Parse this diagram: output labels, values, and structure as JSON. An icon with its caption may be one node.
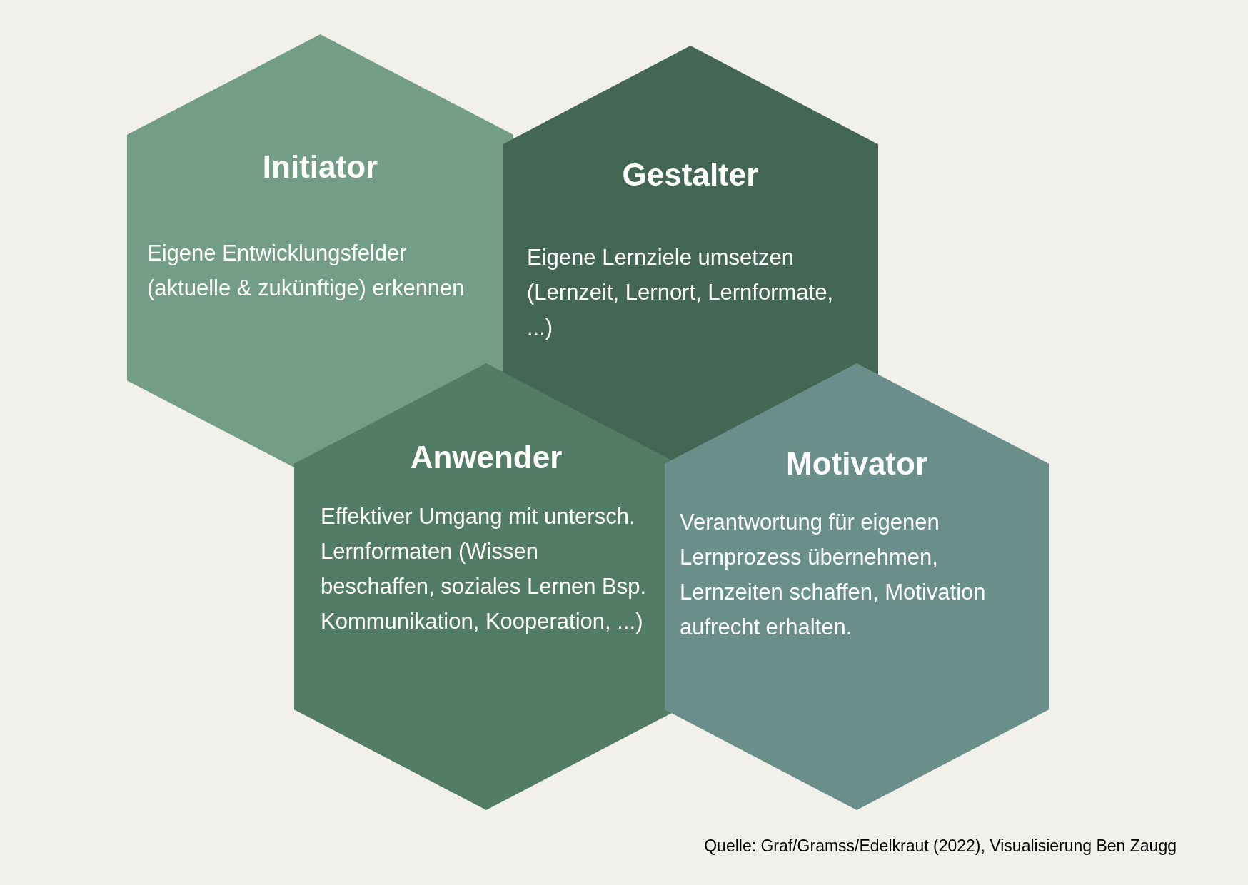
{
  "diagram": {
    "caption": "Quelle: Graf/Gramss/Edelkraut (2022), Visualisierung Ben Zaugg",
    "nodes": [
      {
        "text": [
          "Initiator",
          "Eigene Entwicklungsfelder (aktuelle & zukünftige) erkennen"
        ]
      },
      {
        "text": [
          "Gestalter",
          "Eigene Lernziele umsetzen (Lernzeit, Lernort, Lernformate, ...)"
        ]
      },
      {
        "text": [
          "Anwender",
          "Effektiver Umgang mit untersch. Lernformaten (Wissen beschaffen, soziales Lernen Bsp. Kommunikation, Kooperation, ...)"
        ]
      },
      {
        "text": [
          "Motivator",
          "Verantwortung für eigenen Lernprozess übernehmen, Lernzeiten schaffen, Motivation aufrecht erhalten."
        ]
      }
    ]
  }
}
